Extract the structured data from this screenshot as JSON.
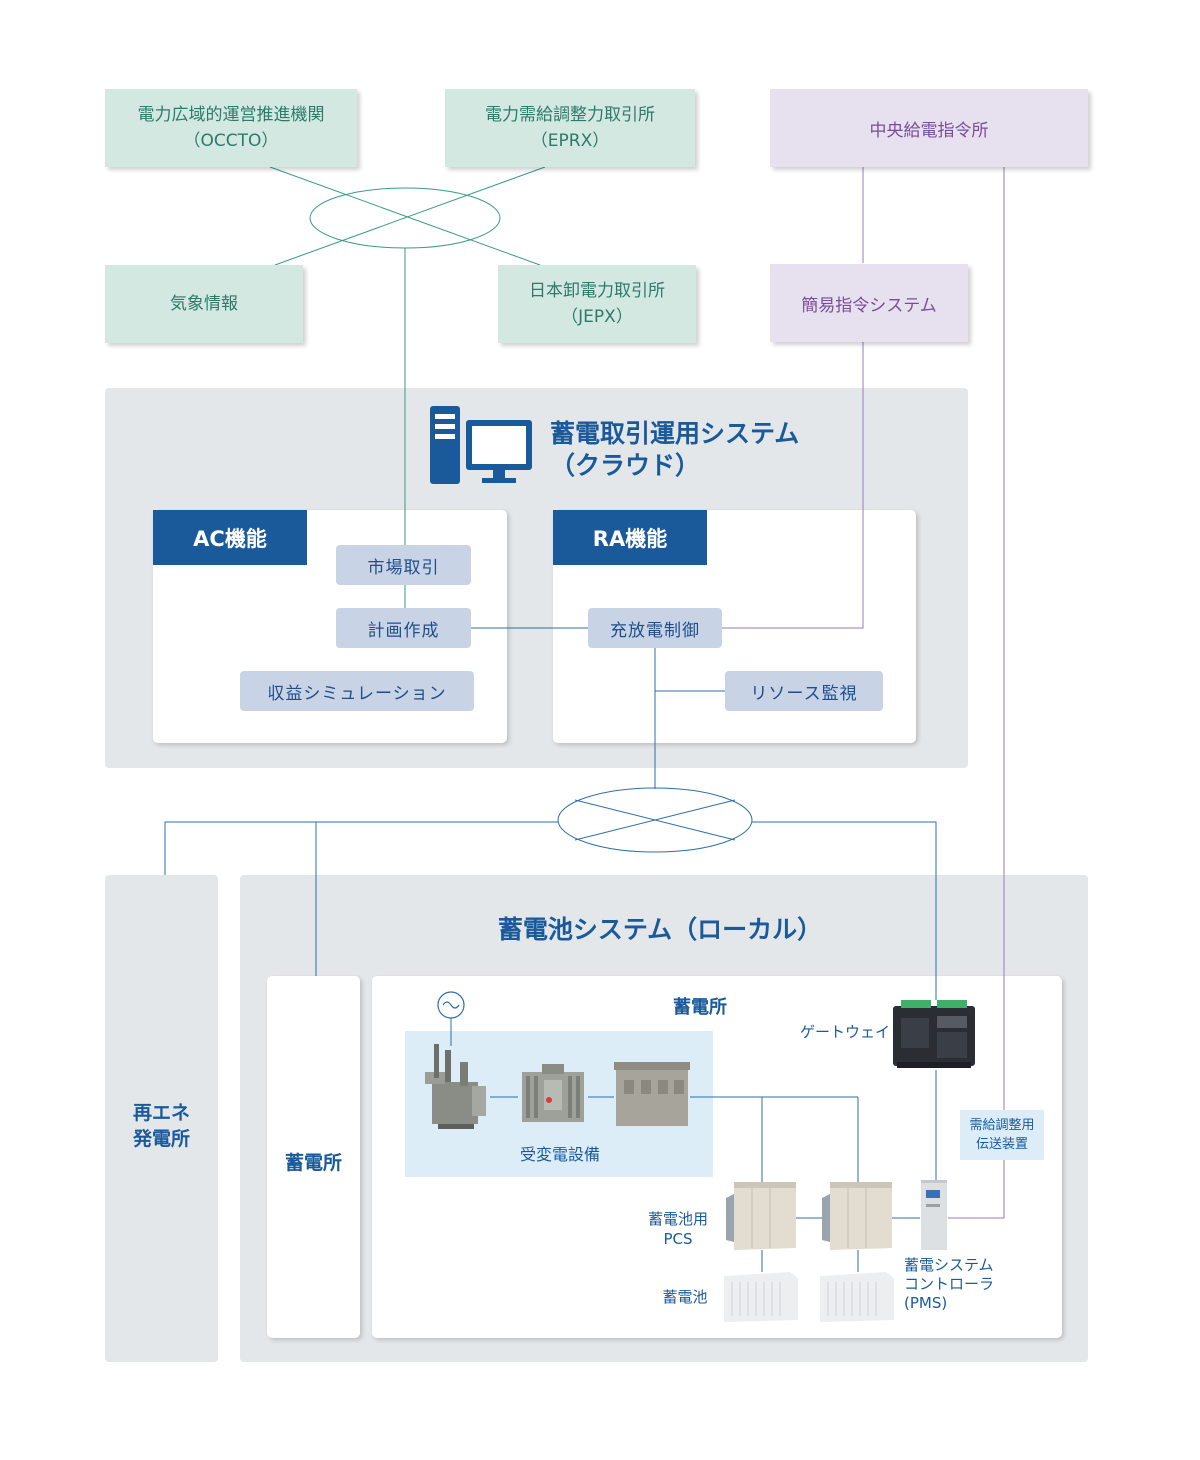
{
  "top": {
    "occto": {
      "line1": "電力広域的運営推進機関",
      "line2": "（OCCTO）"
    },
    "eprx": {
      "line1": "電力需給調整力取引所",
      "line2": "（EPRX）"
    },
    "weather": {
      "label": "気象情報"
    },
    "jepx": {
      "line1": "日本卸電力取引所",
      "line2": "（JEPX）"
    },
    "central": {
      "label": "中央給電指令所"
    },
    "simple_command": {
      "label": "簡易指令システム"
    }
  },
  "cloud": {
    "title_line1": "蓄電取引運用システム",
    "title_line2": "（クラウド）",
    "ac": {
      "head": "AC機能",
      "market": "市場取引",
      "plan": "計画作成",
      "simulation": "収益シミュレーション"
    },
    "ra": {
      "head": "RA機能",
      "charge_control": "充放電制御",
      "monitor": "リソース監視"
    }
  },
  "local": {
    "title": "蓄電池システム（ローカル）",
    "renewable": {
      "line1": "再エネ",
      "line2": "発電所"
    },
    "storage_left": "蓄電所",
    "storage_inner": "蓄電所",
    "substation": "受変電設備",
    "gateway": "ゲートウェイ",
    "transmit": {
      "line1": "需給調整用",
      "line2": "伝送装置"
    },
    "pcs": {
      "line1": "蓄電池用",
      "line2": "PCS"
    },
    "battery": "蓄電池",
    "pms": {
      "line1": "蓄電システム",
      "line2": "コントローラ",
      "line3": "(PMS)"
    }
  },
  "colors": {
    "green_line": "#3a9a86",
    "purple_line": "#9b7bb8",
    "blue_line": "#2d6ea8",
    "brand_blue": "#1a5a9a"
  }
}
